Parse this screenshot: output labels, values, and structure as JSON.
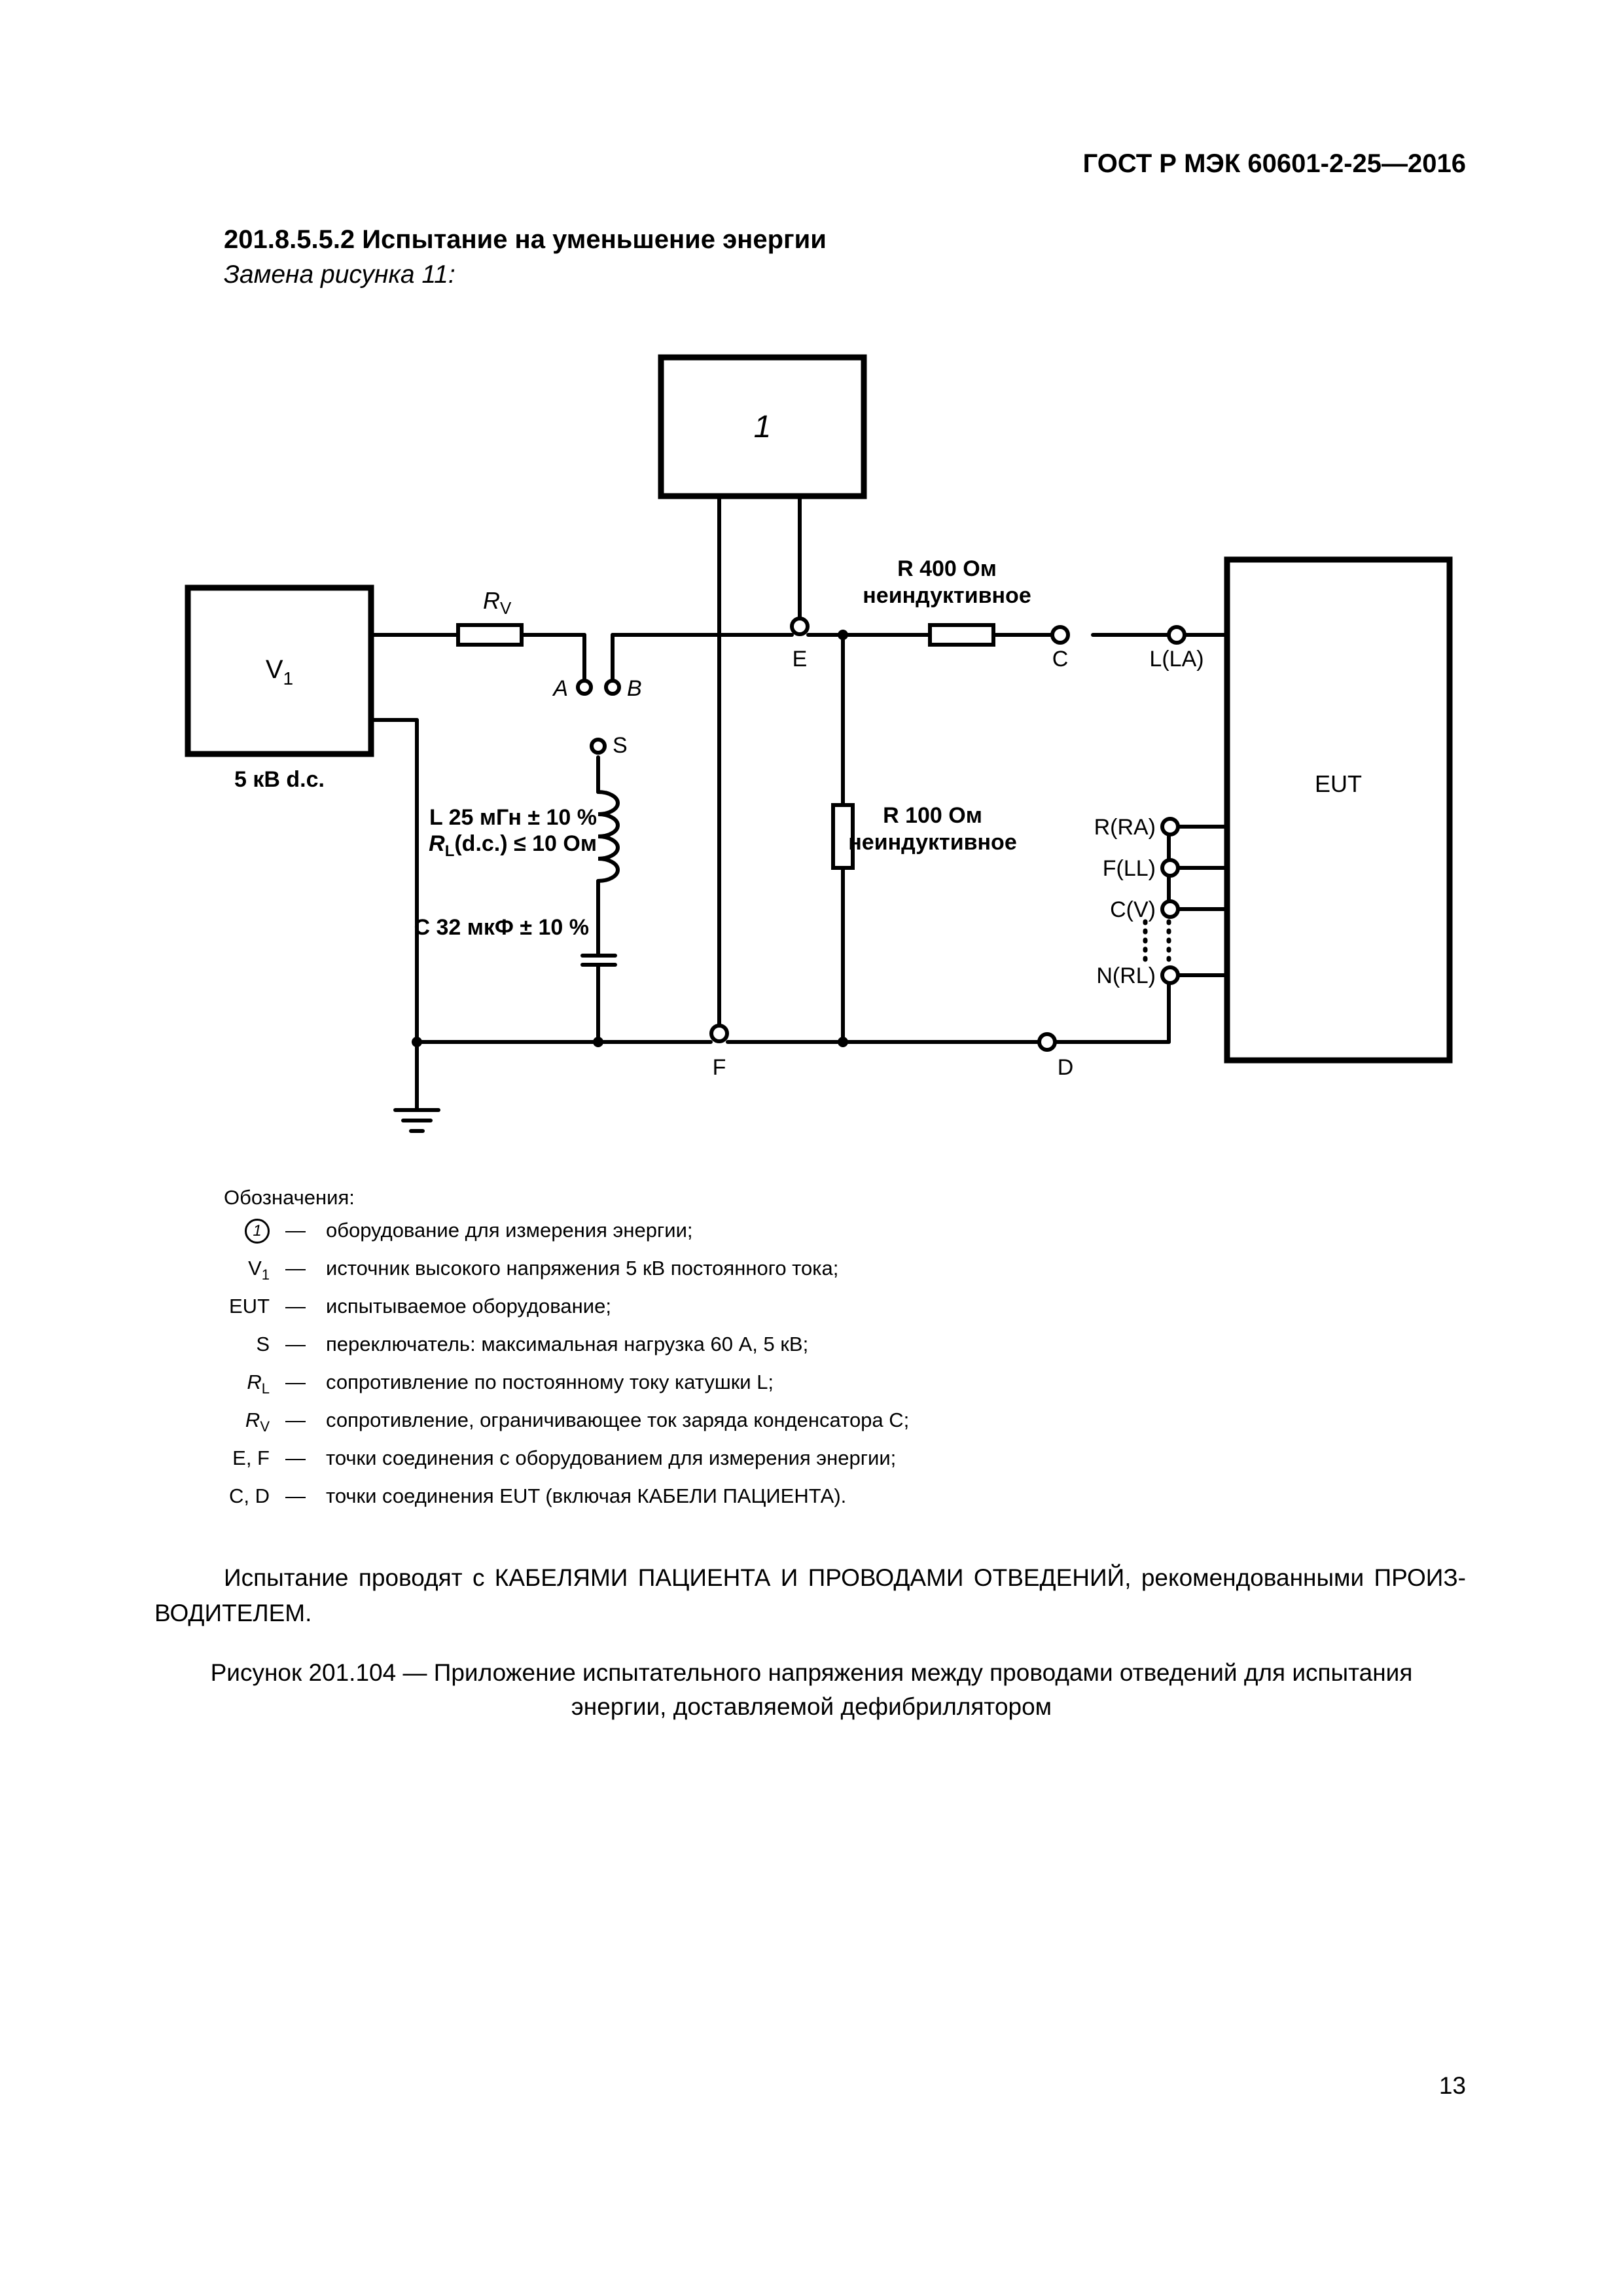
{
  "header": {
    "standard_id": "ГОСТ Р МЭК 60601-2-25—2016"
  },
  "section": {
    "title": "201.8.5.5.2 Испытание на уменьшение энергии",
    "subtitle": "Замена рисунка 11:"
  },
  "diagram": {
    "box1_label": "1",
    "v1_label": "V",
    "v1_sub": "1",
    "v1_caption": "5 кВ d.c.",
    "rv_label": "R",
    "rv_sub": "V",
    "switch_a": "A",
    "switch_b": "B",
    "switch_s": "S",
    "inductor_line1": "L 25 мГн ± 10 %",
    "inductor_line2_r": "R",
    "inductor_line2_sub": "L",
    "inductor_line2_rest": "(d.c.) ≤ 10 Ом",
    "capacitor_label": "C 32 мкФ ± 10 %",
    "r400_line1": "R 400 Ом",
    "r400_line2": "неиндуктивное",
    "r100_line1": "R 100 Ом",
    "r100_line2": "неиндуктивное",
    "node_e": "E",
    "node_c": "C",
    "node_f": "F",
    "node_d": "D",
    "lead_la": "L(LA)",
    "lead_ra": "R(RA)",
    "lead_ll": "F(LL)",
    "lead_v": "C(V)",
    "lead_rl": "N(RL)",
    "eut_label": "EUT"
  },
  "legend": {
    "title": "Обозначения:",
    "items": [
      {
        "symbol": "1",
        "dash": "—",
        "text": "оборудование для измерения энергии;"
      },
      {
        "symbol": "V",
        "sub": "1",
        "dash": "—",
        "text": "источник высокого напряжения 5 кВ постоянного тока;"
      },
      {
        "symbol": "EUT",
        "dash": "—",
        "text": "испытываемое оборудование;"
      },
      {
        "symbol": "S",
        "dash": "—",
        "text": "переключатель: максимальная нагрузка 60 А, 5 кВ;"
      },
      {
        "symbol": "R",
        "sub": "L",
        "dash": "—",
        "text": "сопротивление по постоянному току катушки L;"
      },
      {
        "symbol": "R",
        "sub": "V",
        "dash": "—",
        "text": "сопротивление, ограничивающее ток заряда конденсатора C;"
      },
      {
        "symbol": "E, F",
        "dash": "—",
        "text": "точки соединения с оборудованием для измерения энергии;"
      },
      {
        "symbol": "C, D",
        "dash": "—",
        "text": "точки соединения EUT (включая КАБЕЛИ ПАЦИЕНТА)."
      }
    ]
  },
  "body_paragraph": "Испытание проводят с КАБЕЛЯМИ ПАЦИЕНТА И ПРОВОДАМИ ОТВЕДЕНИЙ, рекомендованными ПРОИЗ-ВОДИТЕЛЕМ.",
  "figure_caption_line1": "Рисунок 201.104 — Приложение испытательного напряжения между проводами отведений для испытания",
  "figure_caption_line2": "энергии, доставляемой дефибриллятором",
  "page_number": "13"
}
